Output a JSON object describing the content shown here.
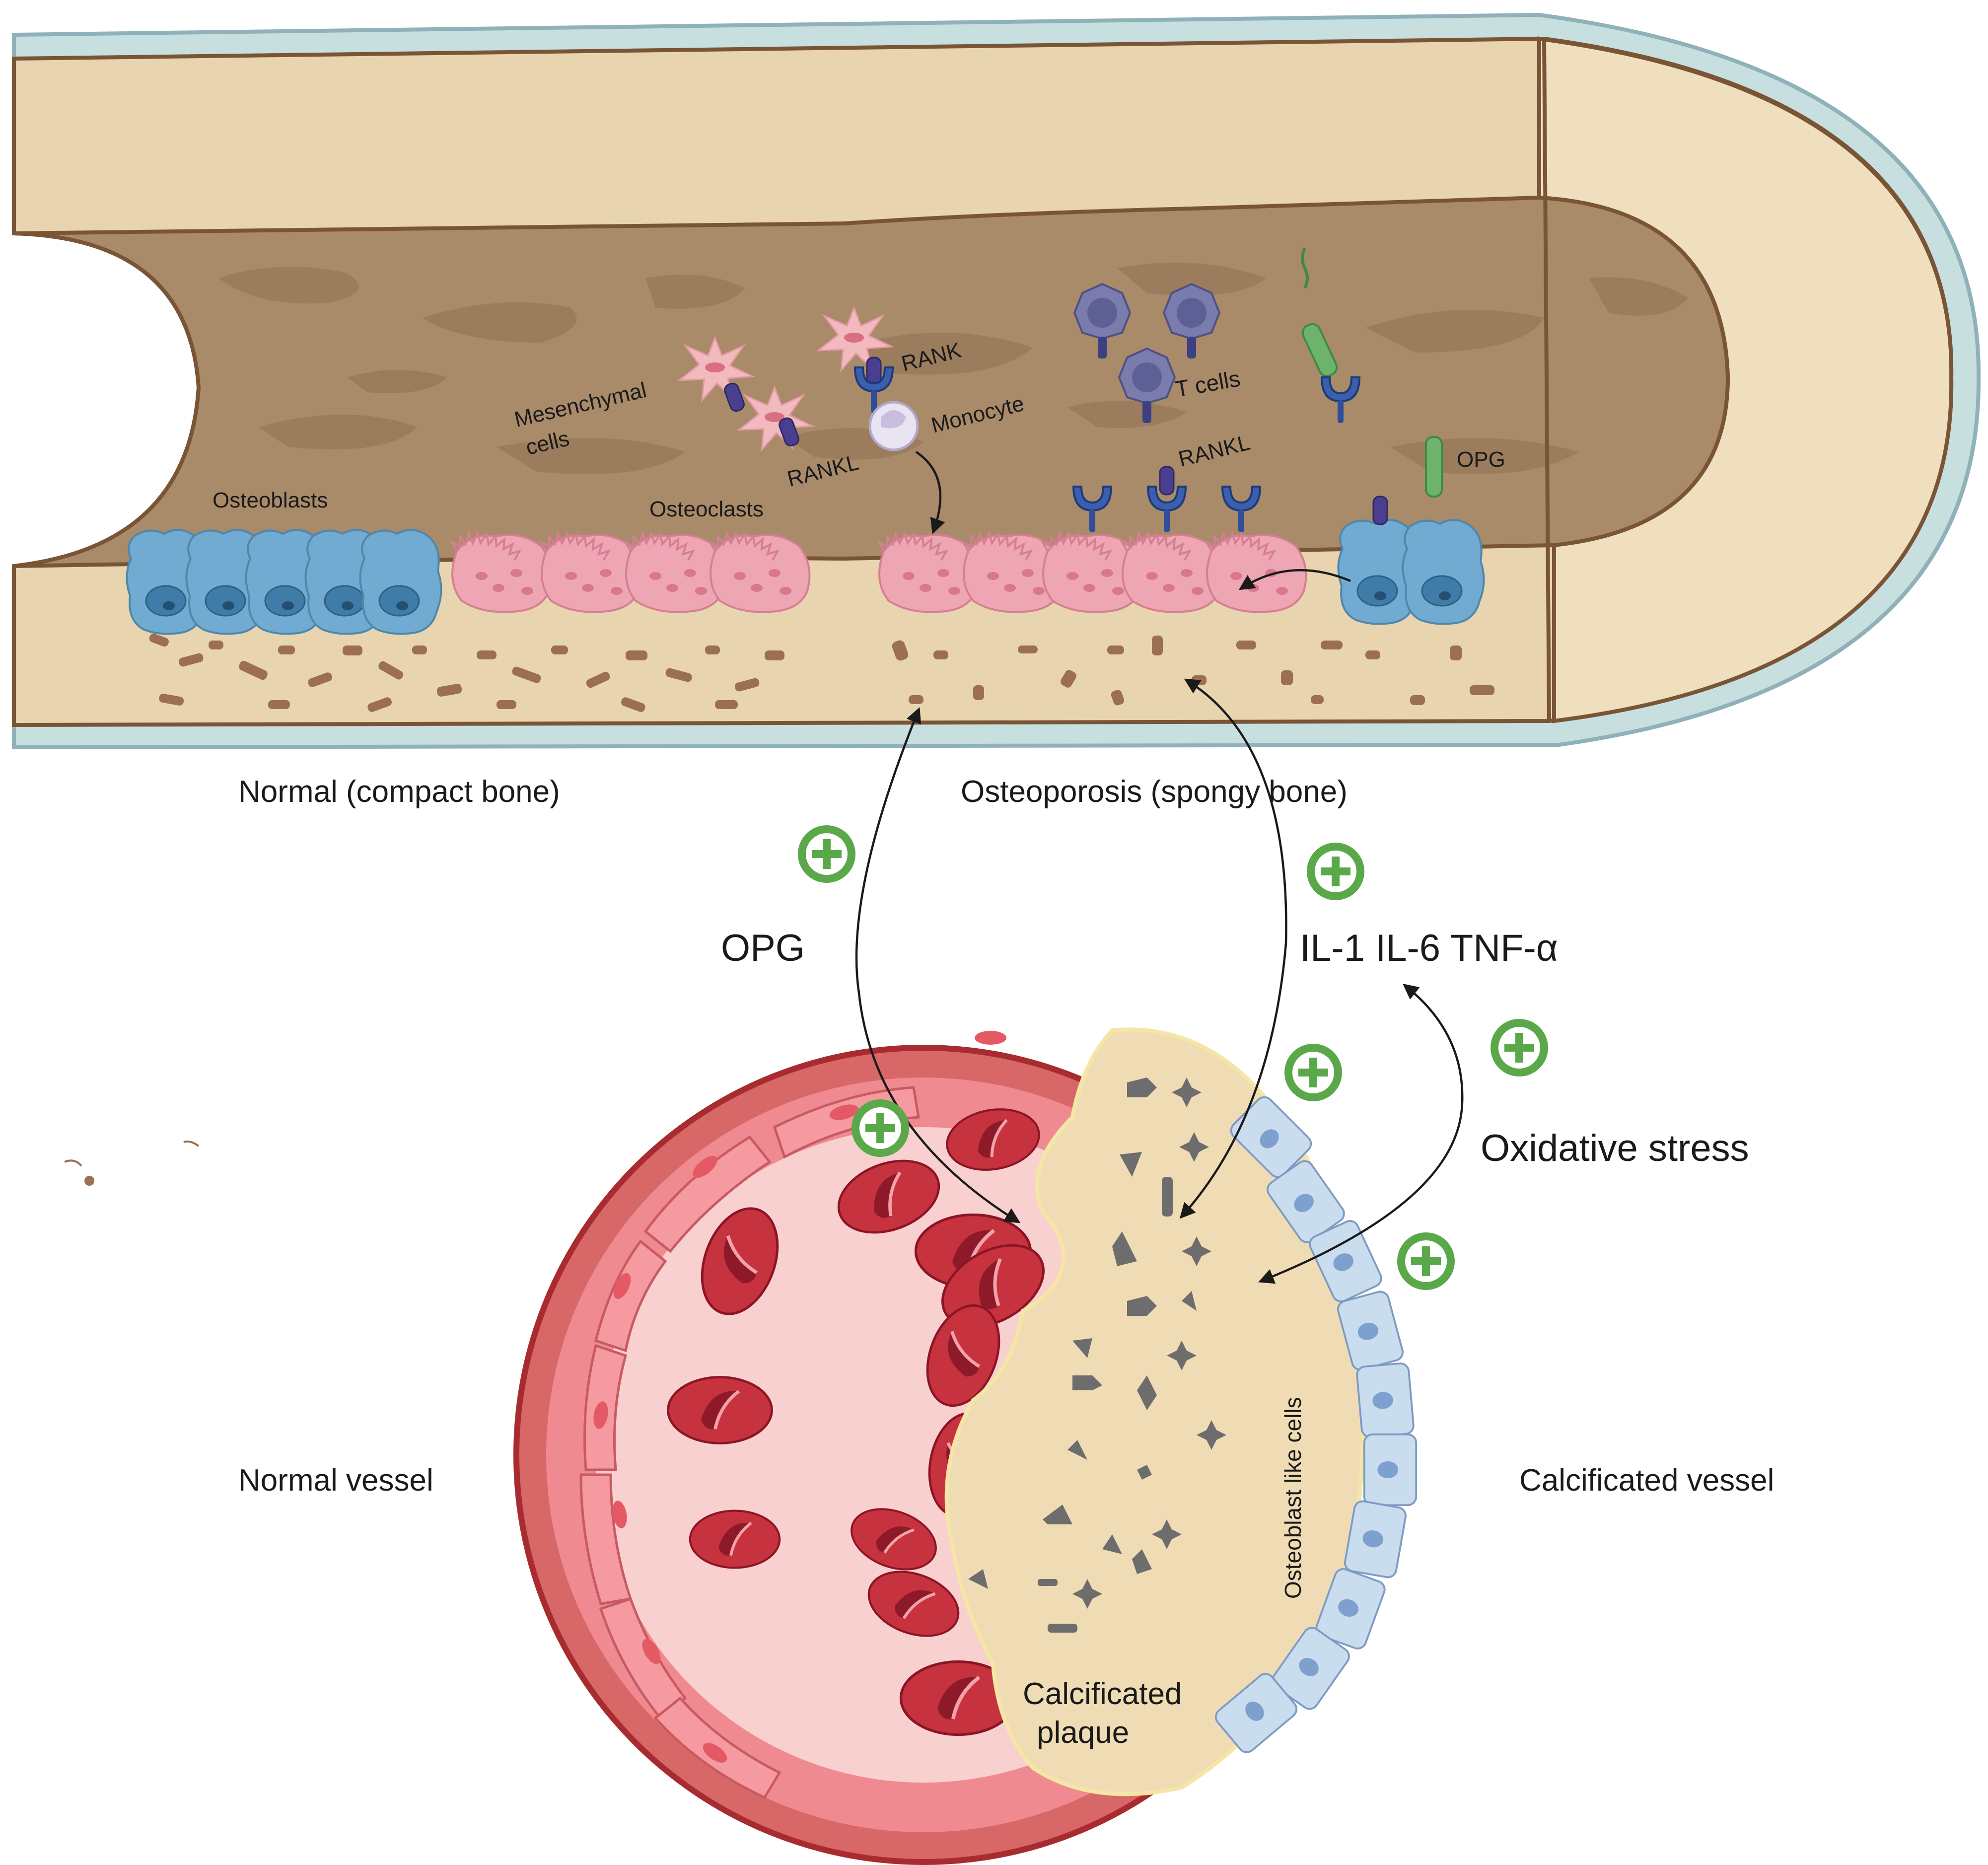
{
  "labels": {
    "osteoblasts": "Osteoblasts",
    "osteoclasts": "Osteoclasts",
    "mesenchymal_1": "Mesenchymal",
    "mesenchymal_2": "cells",
    "rank_top": "RANK",
    "monocyte": "Monocyte",
    "rankl_left": "RANKL",
    "t_cells": "T cells",
    "rankl_right": "RANKL",
    "opg_small": "OPG",
    "normal_bone": "Normal (compact bone)",
    "osteoporosis": "Osteoporosis (spongy bone)",
    "opg_large": "OPG",
    "cytokines": "IL-1  IL-6  TNF-α",
    "oxidative_stress": "Oxidative stress",
    "normal_vessel": "Normal vessel",
    "calcificated_vessel": "Calcificated vessel",
    "osteoblast_like": "Osteoblast like cells",
    "plaque_1": "Calcificated",
    "plaque_2": "plaque"
  },
  "colors": {
    "periosteum": "#c8dfe0",
    "periosteum_edge": "#8fb1b9",
    "cortical_bone": "#e8d5b0",
    "bone_outline": "#7a5535",
    "marrow": "#a98a69",
    "marrow_dark": "#8f7152",
    "osteoblast": "#6fa8cf",
    "osteoclast": "#e8a2b0",
    "receptor": "#2e4d9a",
    "t_cell": "#7678a8",
    "opg": "#6db36b",
    "vessel_wall": "#d86767",
    "vessel_lumen": "#f9d0d0",
    "rbc": "#c9303c",
    "plaque": "#f0dcb4",
    "smooth_muscle": "#c7dcef",
    "plus_badge": "#5aa84a"
  },
  "icons": {
    "plus": "plus-circle-icon",
    "arrow": "arrow-icon"
  }
}
